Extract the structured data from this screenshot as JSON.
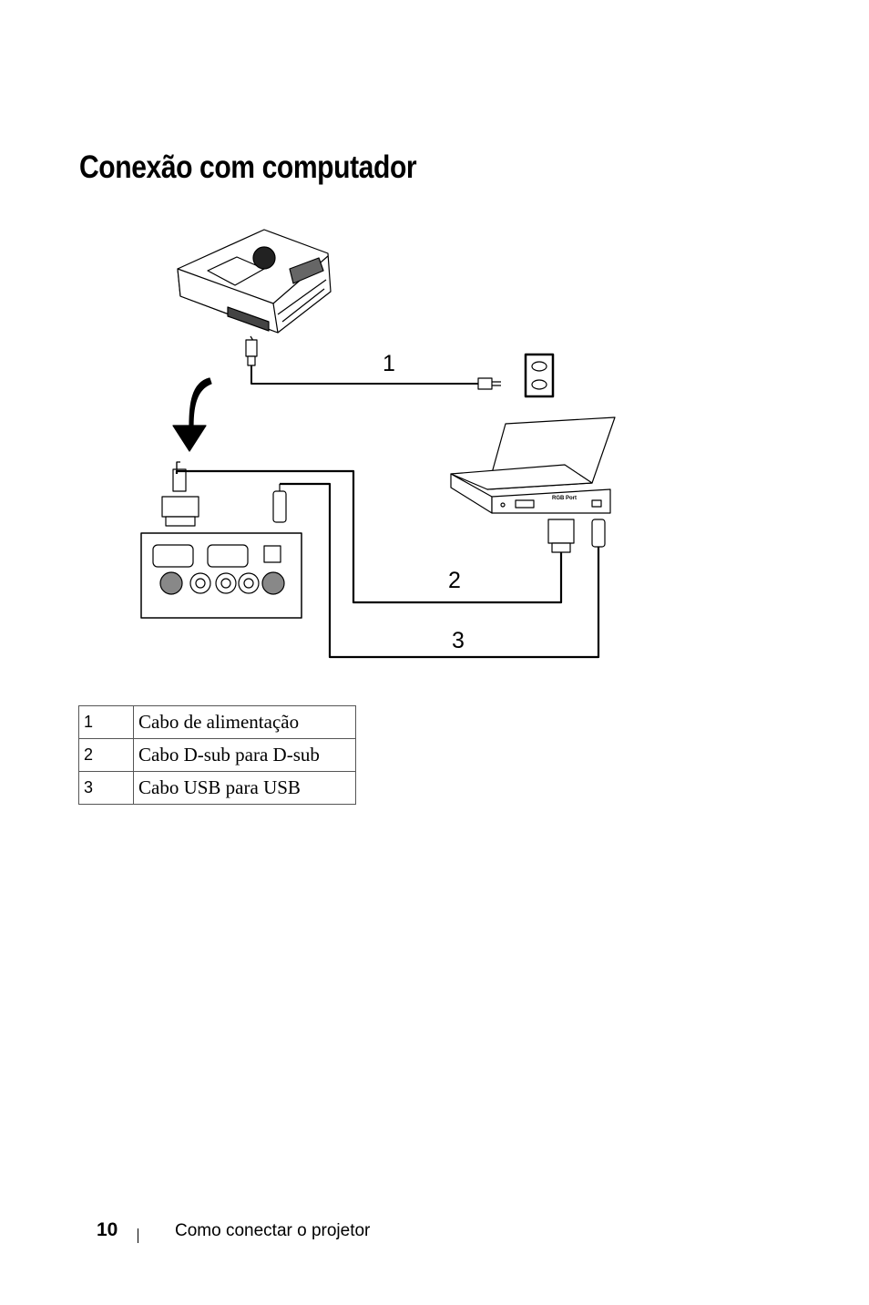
{
  "page": {
    "title": "Conexão com computador"
  },
  "diagram": {
    "callouts": [
      "1",
      "2",
      "3"
    ],
    "laptop_port_label": "RGB Port"
  },
  "legend": [
    {
      "num": "1",
      "label": "Cabo de alimentação"
    },
    {
      "num": "2",
      "label": "Cabo D-sub para D-sub"
    },
    {
      "num": "3",
      "label": "Cabo USB para USB"
    }
  ],
  "footer": {
    "page_number": "10",
    "section": "Como conectar o projetor"
  }
}
